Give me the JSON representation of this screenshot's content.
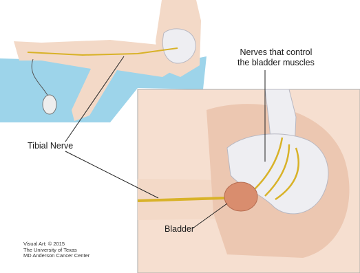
{
  "labels": {
    "nerves_line1": "Nerves that control",
    "nerves_line2": "the bladder muscles",
    "tibial": "Tibial Nerve",
    "bladder": "Bladder"
  },
  "credit": {
    "line1": "Visual Art: © 2015",
    "line2": "The University of Texas",
    "line3": "MD Anderson Cancer Center"
  },
  "colors": {
    "skin": "#f3d9c7",
    "skin_shadow": "#e8c3ad",
    "nerve": "#d8b228",
    "bladder": "#d98d6e",
    "bone": "#eeeef2",
    "cushion": "#9dd4ea",
    "panel_border": "#a9a9a9"
  }
}
